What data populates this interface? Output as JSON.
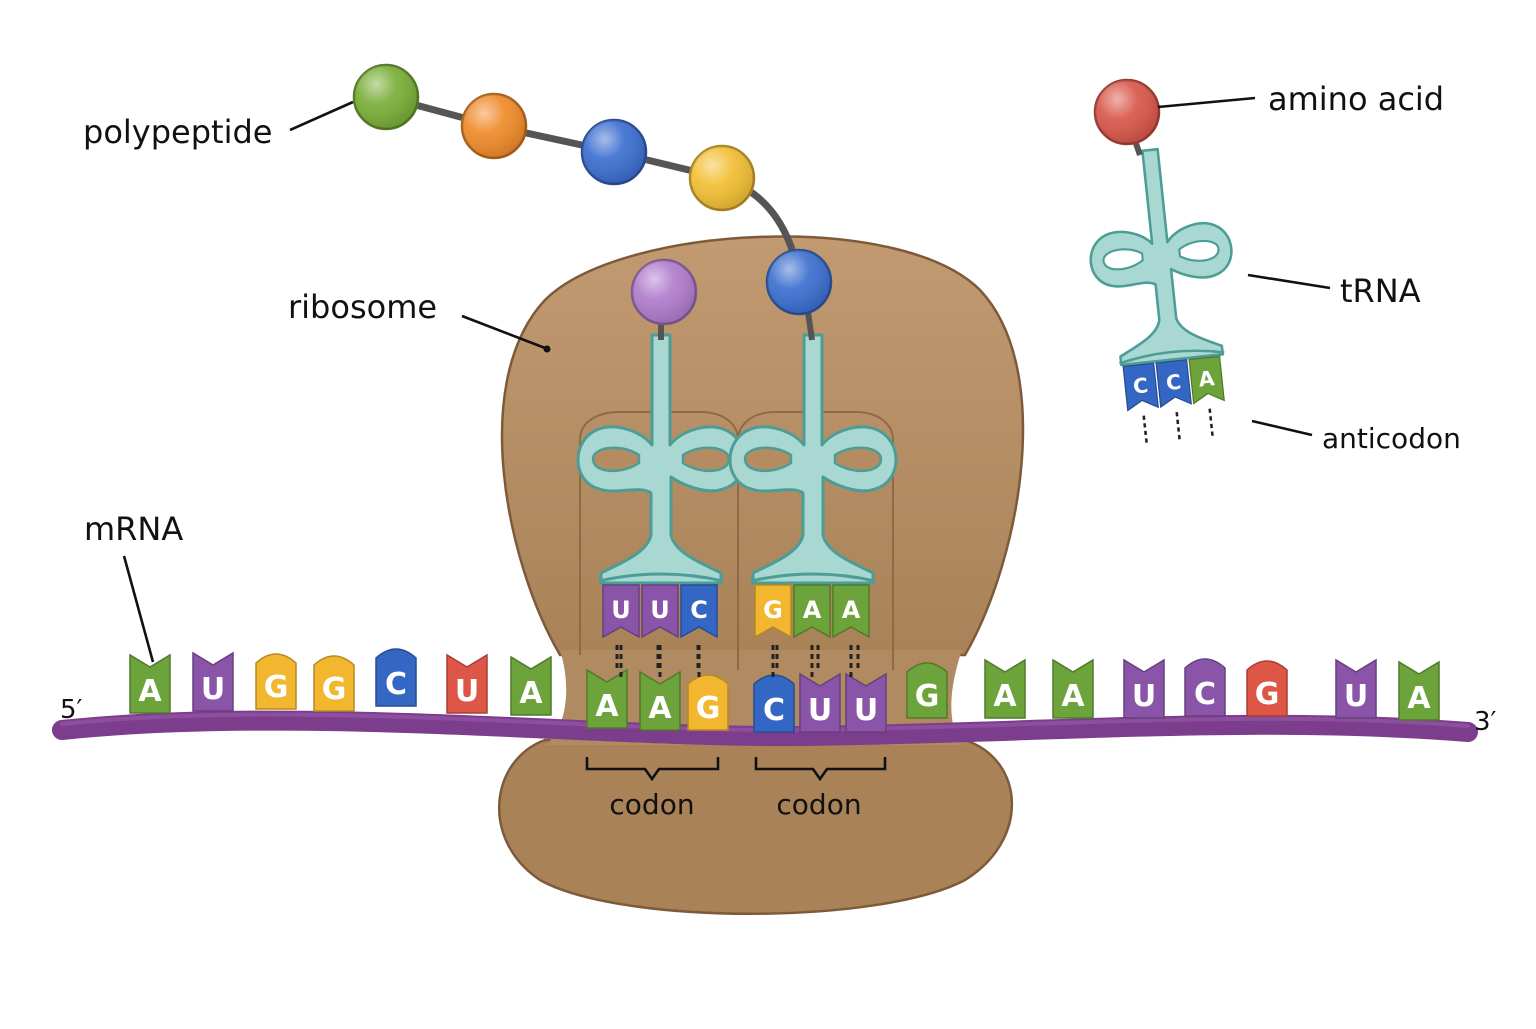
{
  "labels": {
    "polypeptide": "polypeptide",
    "ribosome": "ribosome",
    "mrna": "mRNA",
    "amino_acid": "amino acid",
    "trna": "tRNA",
    "anticodon": "anticodon",
    "codon_1": "codon",
    "codon_2": "codon",
    "five_prime": "5′",
    "three_prime": "3′"
  },
  "colors": {
    "A": "#6ca33a",
    "U": "#8a55a8",
    "G": "#f2b62f",
    "C": "#3467c4",
    "G_red": "#dd5646",
    "ribosome": "#b58b62",
    "mrna_strand": "#7b3d8c",
    "trna": "#a9d8d2",
    "trna_outline": "#4b9d96"
  },
  "mrna_bases": [
    "A",
    "U",
    "G",
    "G",
    "C",
    "U",
    "A",
    "A",
    "A",
    "G",
    "C",
    "U",
    "U",
    "G",
    "A",
    "A",
    "U",
    "C",
    "G",
    "U",
    "A"
  ],
  "mrna_base_colors": [
    "A",
    "U",
    "G",
    "G",
    "C",
    "G_red",
    "A",
    "A",
    "A",
    "G",
    "C",
    "U",
    "U",
    "A",
    "A",
    "A",
    "U",
    "U",
    "G_red",
    "U",
    "A"
  ],
  "trna_site_1": {
    "anticodon": [
      "U",
      "U",
      "C"
    ],
    "anticodon_colors": [
      "U",
      "U",
      "C"
    ],
    "amino_acid_color": "#b07ccc"
  },
  "trna_site_2": {
    "anticodon": [
      "G",
      "A",
      "A"
    ],
    "anticodon_colors": [
      "G",
      "A",
      "A"
    ],
    "amino_acid_color": "#3c6fd0"
  },
  "trna_free": {
    "anticodon": [
      "C",
      "C",
      "A"
    ],
    "anticodon_colors": [
      "C",
      "C",
      "A"
    ],
    "amino_acid_color": "#d9574a"
  },
  "polypeptide_beads": [
    "#7aae38",
    "#ef8b2a",
    "#3c6fd0",
    "#f2bf33"
  ]
}
